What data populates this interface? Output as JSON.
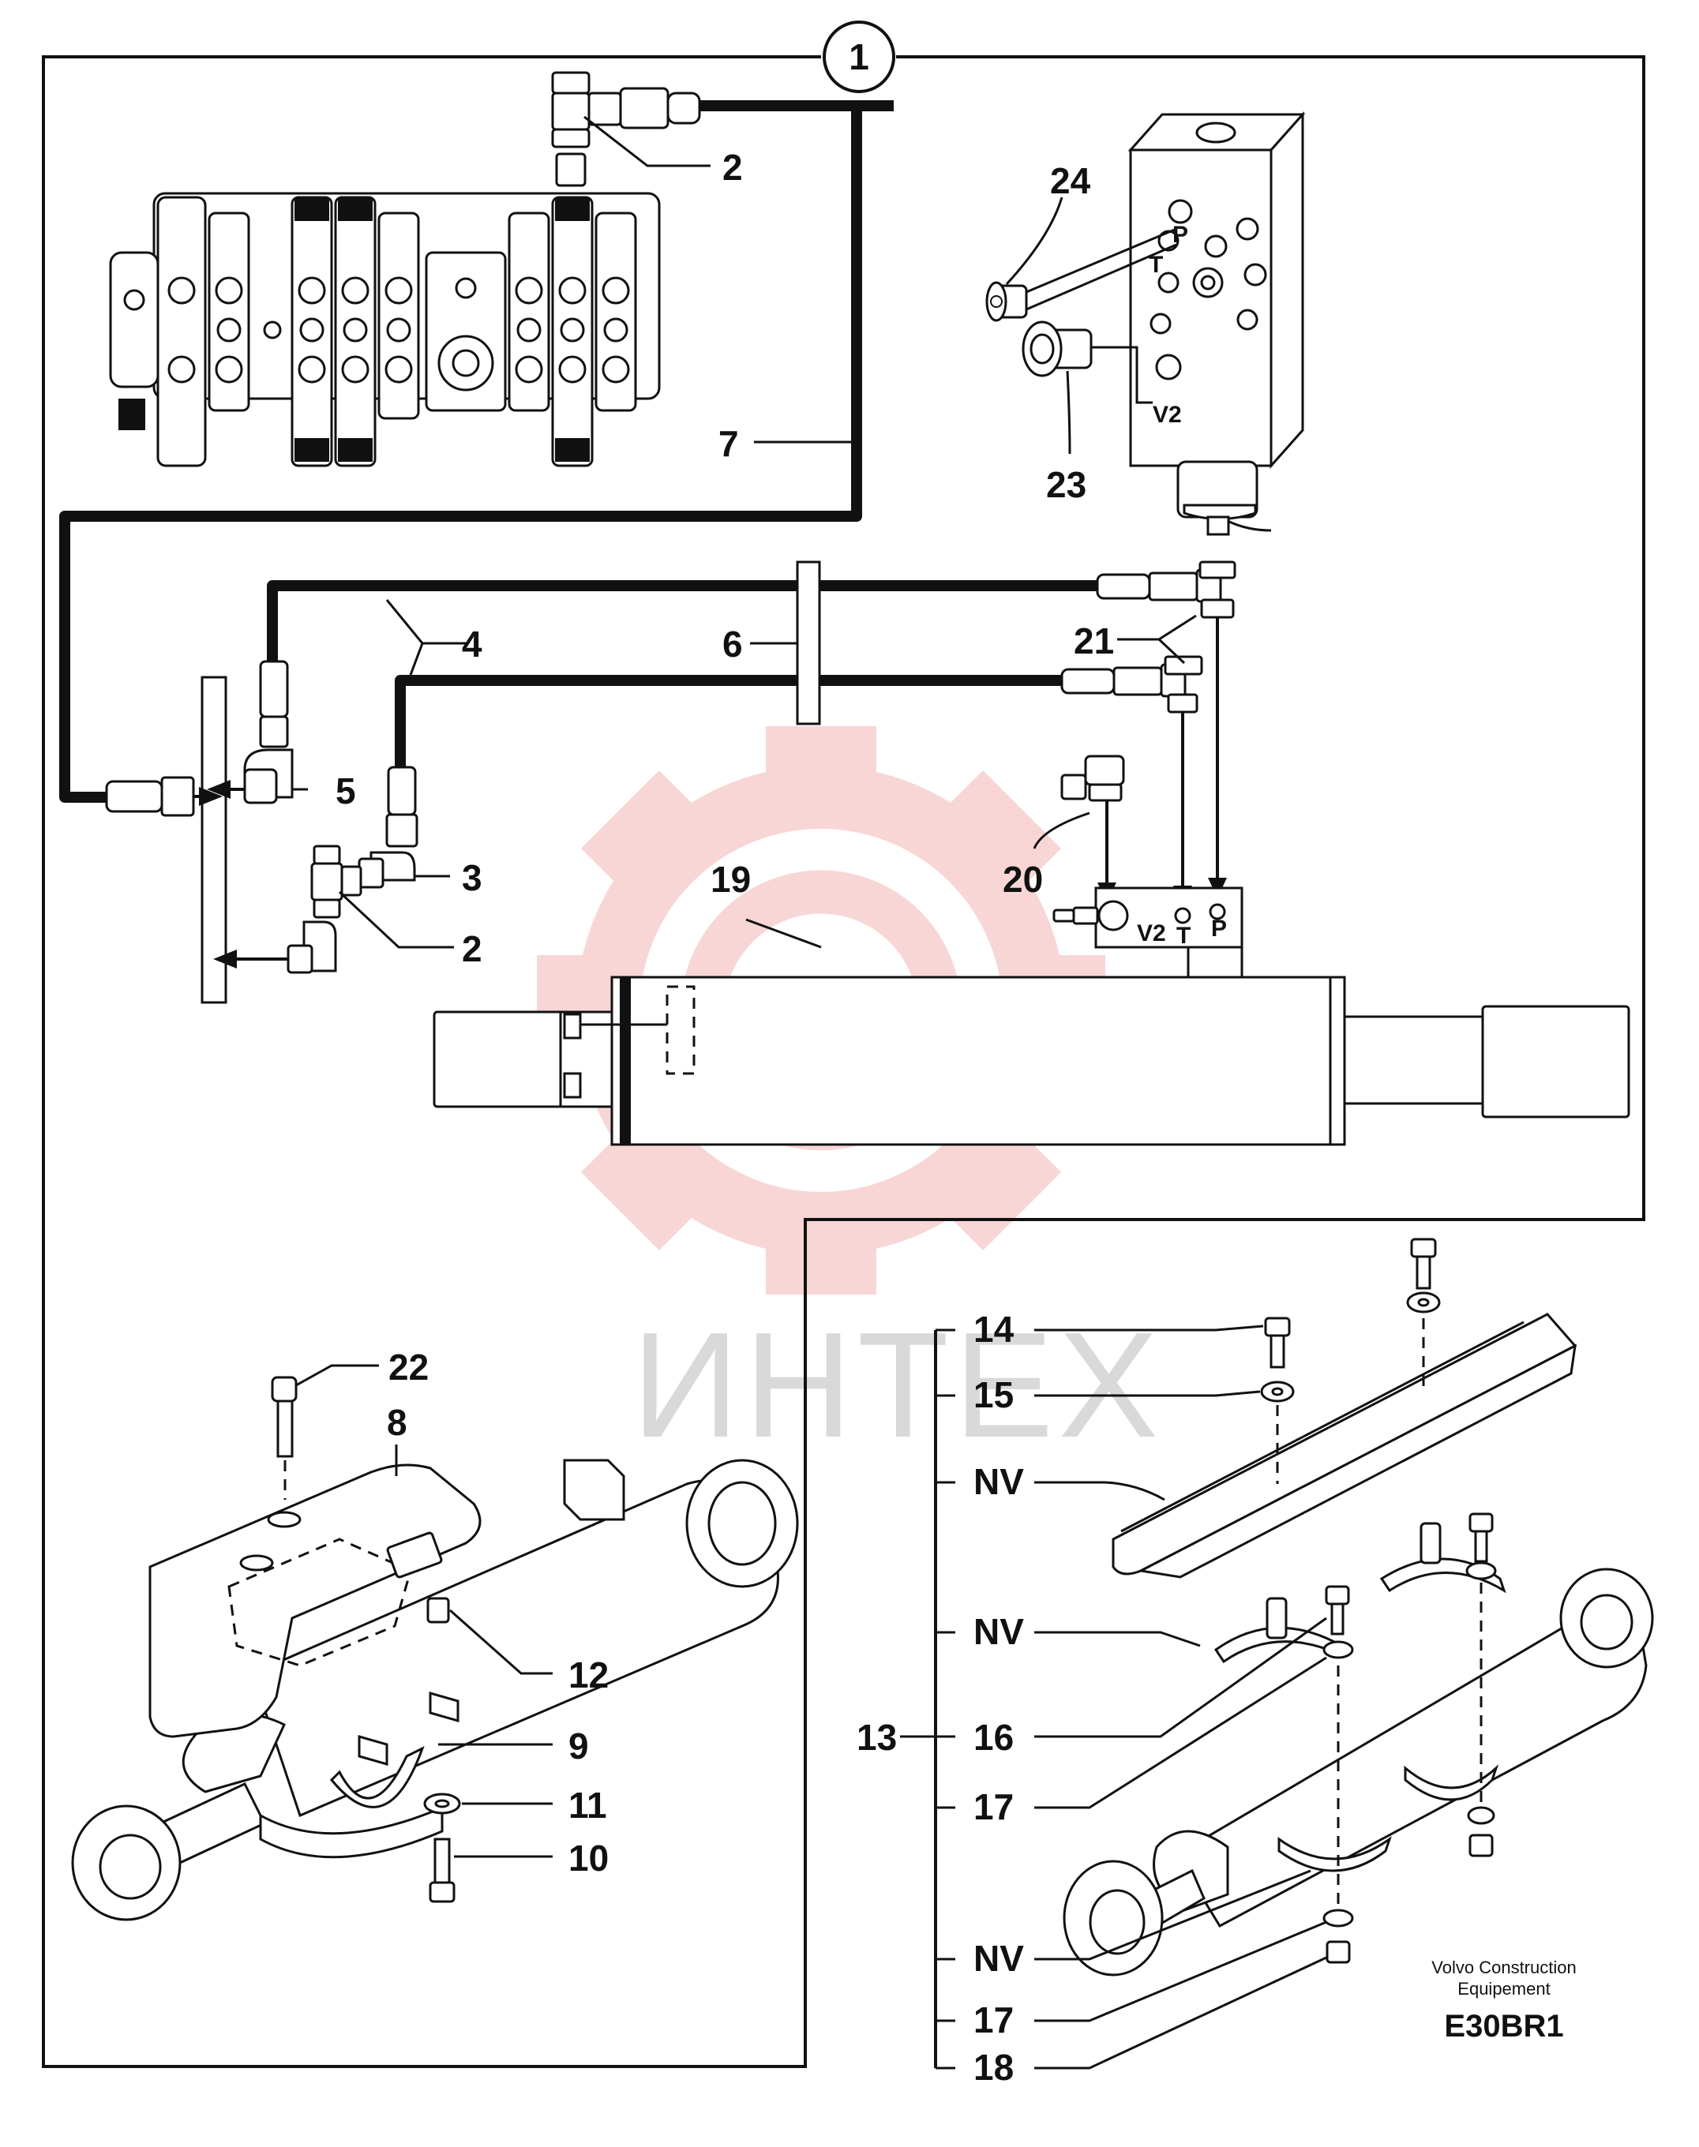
{
  "diagram": {
    "callout_circle": "1",
    "labels": {
      "l2_top": "2",
      "l7": "7",
      "l24": "24",
      "l23": "23",
      "l4": "4",
      "l6": "6",
      "l21": "21",
      "l5": "5",
      "l20": "20",
      "l3": "3",
      "l19": "19",
      "l2_bottom": "2",
      "l22": "22",
      "l8": "8",
      "l12": "12",
      "l9": "9",
      "l11": "11",
      "l10": "10",
      "l14": "14",
      "l15": "15",
      "nv1": "NV",
      "nv2": "NV",
      "l13": "13",
      "l16": "16",
      "l17a": "17",
      "nv3": "NV",
      "l17b": "17",
      "l18": "18"
    },
    "ports": {
      "p_valve": "P",
      "t_valve": "T",
      "v2_valve": "V2",
      "v2_block": "V2",
      "t_block": "T",
      "p_block": "P"
    },
    "watermark": "ИНТЕХ",
    "manufacturer": [
      "Volvo Construction",
      "Equipement"
    ],
    "figure_code": "E30BR1"
  },
  "colors": {
    "line": "#111111",
    "watermark_gear": "#f4b6b6",
    "watermark_text": "#d9d9d9"
  }
}
